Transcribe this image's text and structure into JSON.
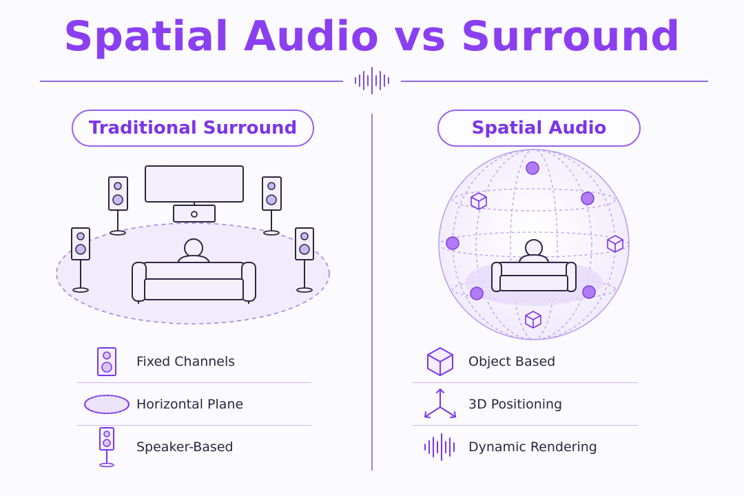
{
  "title": "Spatial Audio vs Surround",
  "left": {
    "heading": "Traditional Surround",
    "features": [
      {
        "label": "Fixed Channels",
        "icon": "speaker-icon"
      },
      {
        "label": "Horizontal Plane",
        "icon": "ellipse-plane-icon"
      },
      {
        "label": "Speaker-Based",
        "icon": "floor-speaker-icon"
      }
    ]
  },
  "right": {
    "heading": "Spatial Audio",
    "features": [
      {
        "label": "Object Based",
        "icon": "cube-icon"
      },
      {
        "label": "3D Positioning",
        "icon": "axes-3d-icon"
      },
      {
        "label": "Dynamic Rendering",
        "icon": "waveform-icon"
      }
    ]
  },
  "colors": {
    "accent": "#8a3ff0",
    "line": "#9b7fe0",
    "sphere": "#b79cf0",
    "fill": "#ece4fb"
  }
}
